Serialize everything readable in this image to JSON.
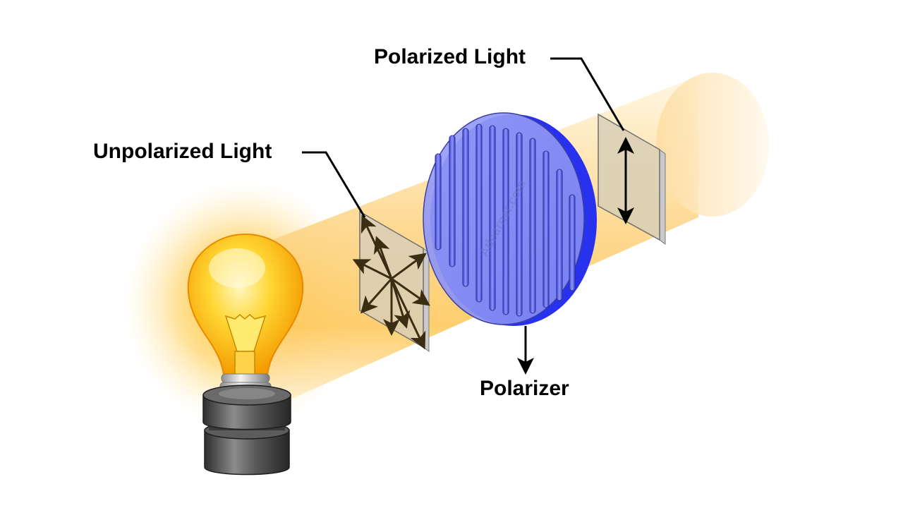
{
  "labels": {
    "polarized_light": "Polarized Light",
    "unpolarized_light": "Unpolarized Light",
    "polarizer": "Polarizer"
  },
  "watermark": "Atlearner.com",
  "colors": {
    "beam": "#FDC65A",
    "bulb_glass": "#F7B500",
    "polarizer_face": "#8A93F5",
    "polarizer_rim": "#2832EE",
    "filter_pane": "#D8CFB6",
    "base_metal": "#4A4A4A",
    "arrow": "#3A2D12"
  },
  "icons": [
    "light-bulb-icon",
    "polarizer-disc-icon",
    "filter-pane-icon"
  ]
}
